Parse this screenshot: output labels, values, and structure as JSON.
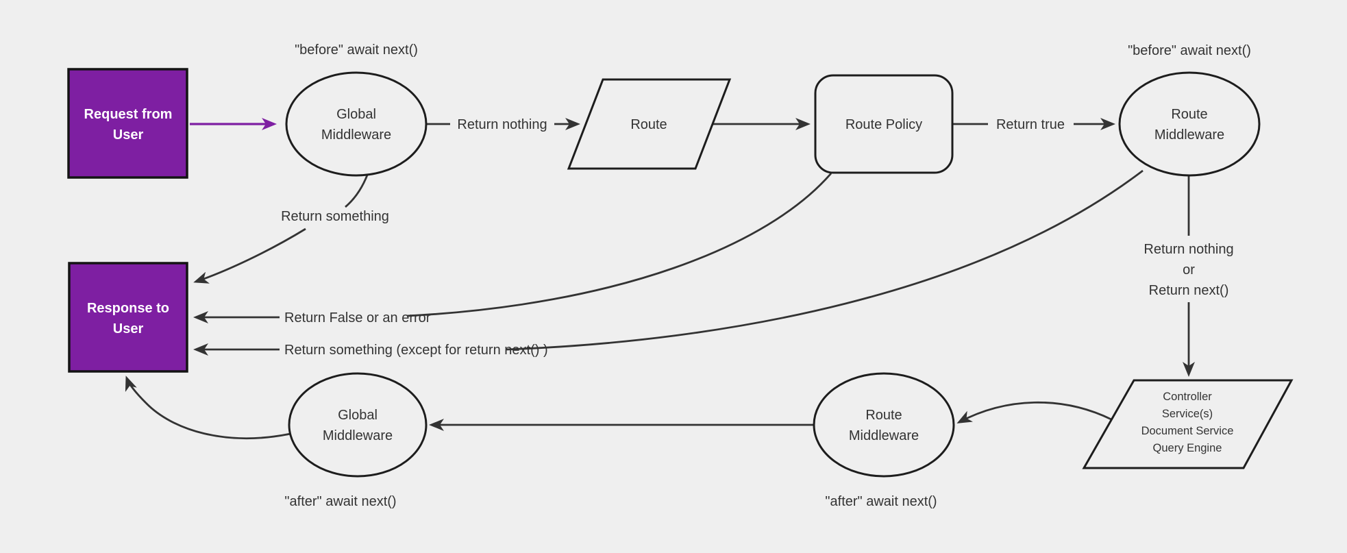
{
  "diagram": {
    "title_semantic": "request-lifecycle-middleware-flowchart",
    "colors": {
      "background": "#efefef",
      "node_fill": "#efefef",
      "node_border": "#1d1d1d",
      "edge": "#333333",
      "accent_purple": "#7e1fa2",
      "purple_border": "#141414",
      "text": "#333333",
      "text_on_purple": "#ffffff"
    },
    "nodes": {
      "request_from_user": {
        "line1": "Request from",
        "line2": "User"
      },
      "global_middleware_top": {
        "line1": "Global",
        "line2": "Middleware"
      },
      "route": {
        "label": "Route"
      },
      "route_policy": {
        "label": "Route Policy"
      },
      "route_middleware_top": {
        "line1": "Route",
        "line2": "Middleware"
      },
      "response_to_user": {
        "line1": "Response to",
        "line2": "User"
      },
      "controller": {
        "line1": "Controller",
        "line2": "Service(s)",
        "line3": "Document Service",
        "line4": "Query Engine"
      },
      "route_middleware_bottom": {
        "line1": "Route",
        "line2": "Middleware"
      },
      "global_middleware_bottom": {
        "line1": "Global",
        "line2": "Middleware"
      }
    },
    "edge_labels": {
      "before_await_next_left": "\"before\" await next()",
      "before_await_next_right": "\"before\" await next()",
      "return_nothing": "Return nothing",
      "return_true": "Return true",
      "return_something": "Return something",
      "return_false_or_error": "Return False or an error",
      "return_something_except": "Return something (except for return next() )",
      "return_nothing_or_line1": "Return nothing",
      "return_nothing_or_line2": "or",
      "return_nothing_or_line3": "Return next()",
      "after_await_next_left": "\"after\" await next()",
      "after_await_next_right": "\"after\" await next()"
    }
  }
}
